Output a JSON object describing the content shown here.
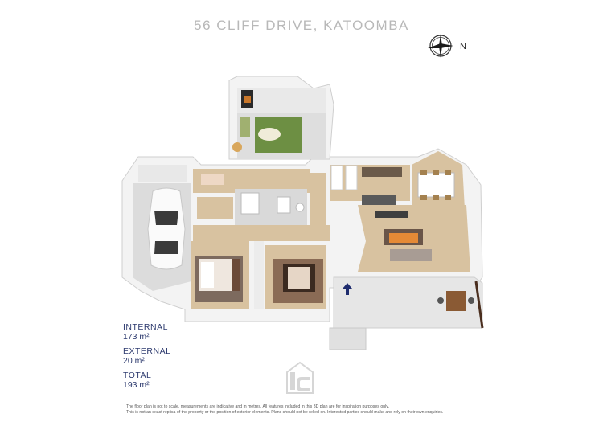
{
  "title": "56 CLIFF DRIVE, KATOOMBA",
  "compass": {
    "label": "N"
  },
  "areas": [
    {
      "label": "INTERNAL",
      "value": "173 m²"
    },
    {
      "label": "EXTERNAL",
      "value": "20 m²"
    },
    {
      "label": "TOTAL",
      "value": "193 m²"
    }
  ],
  "disclaimer": {
    "line1": "The floor plan is not to scale, measurements are indicative and in metres. All features included in this 3D plan are for inspiration purposes only.",
    "line2": "This is not an exact replica of the property or the position of exterior elements. Plans should not be relied on. Interested parties should make and rely on their own enquiries."
  },
  "colors": {
    "wall": "#f2f2f2",
    "floor_wood": "#d8c2a0",
    "floor_tile": "#d9d9d9",
    "deck": "#e6e6e6",
    "rug_green": "#6d8f43",
    "rug_brown": "#8a6b55",
    "accent_arrow": "#1f2c6e",
    "text_navy": "#2d3a6e"
  },
  "icons": [
    "compass-icon",
    "entry-arrow-icon",
    "car-icon",
    "logo-icon"
  ]
}
